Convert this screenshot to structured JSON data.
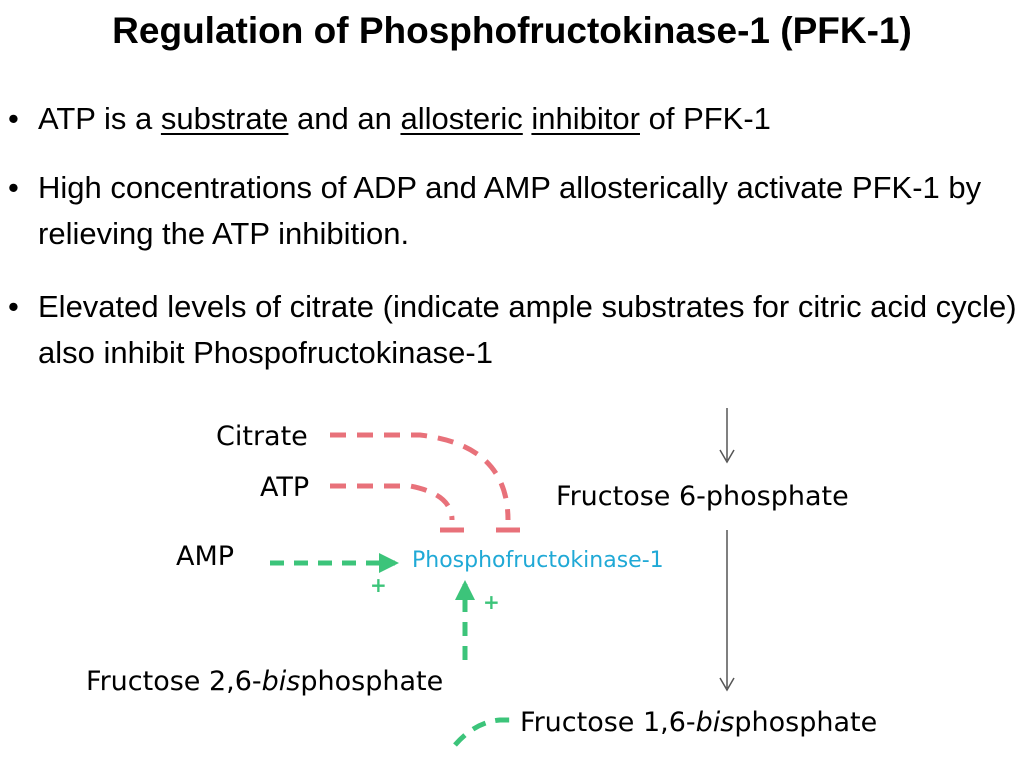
{
  "title": "Regulation of Phosphofructokinase-1 (PFK-1)",
  "bullets": {
    "b1": {
      "dot": "•",
      "t1": "ATP is a ",
      "u1": "substrate",
      "t2": " and an ",
      "u2": "allosteric",
      "t3": " ",
      "u3": "inhibitor",
      "t4": " of PFK-1"
    },
    "b2": {
      "dot": "•",
      "text": "High concentrations of ADP and AMP allosterically activate PFK-1 by relieving the ATP inhibition."
    },
    "b3": {
      "dot": "•",
      "text": "Elevated levels of citrate (indicate ample substrates for citric acid cycle) also inhibit Phospofructokinase-1"
    }
  },
  "diagram": {
    "citrate": "Citrate",
    "atp": "ATP",
    "amp": "AMP",
    "enzyme": "Phosphofructokinase-1",
    "f6p": "Fructose 6-phosphate",
    "f26bp_prefix": "Fructose 2,6-",
    "f26bp_italic": "bis",
    "f26bp_suffix": "phosphate",
    "f16bp_prefix": "Fructose 1,6-",
    "f16bp_italic": "bis",
    "f16bp_suffix": "phosphate",
    "plus_sign": "+",
    "colors": {
      "inhibition": "#e8717a",
      "activation": "#3cc47a",
      "enzyme": "#20a9d6",
      "pathway": "#555555"
    }
  }
}
